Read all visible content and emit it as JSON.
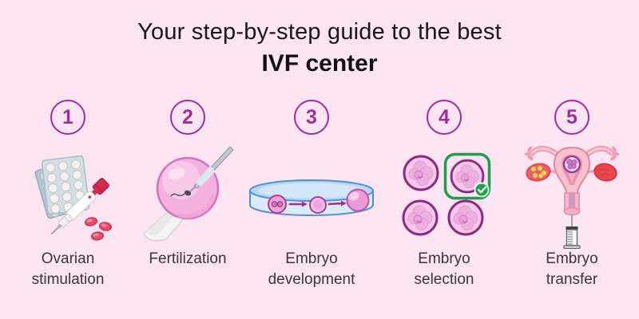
{
  "title": {
    "line1": "Your step-by-step guide to the best",
    "line2": "IVF center"
  },
  "colors": {
    "background": "#fce4f3",
    "accent_purple": "#9b3192",
    "title_text": "#1a171b",
    "label_text": "#3a363b",
    "selection_green": "#1e9e4d",
    "egg_pink": "#f4b1dd",
    "petri_blue": "#4f8fd4",
    "medical_red": "#cf2c50"
  },
  "steps": [
    {
      "number": "1",
      "label": "Ovarian stimulation",
      "icon": "blister-packs-injection-pen-icon"
    },
    {
      "number": "2",
      "label": "Fertilization",
      "icon": "egg-icsi-needle-icon"
    },
    {
      "number": "3",
      "label": "Embryo development",
      "icon": "petri-dish-embryo-growth-icon"
    },
    {
      "number": "4",
      "label": "Embryo selection",
      "icon": "embryo-grid-checkmark-icon"
    },
    {
      "number": "5",
      "label": "Embryo transfer",
      "icon": "uterus-syringe-icon"
    }
  ]
}
